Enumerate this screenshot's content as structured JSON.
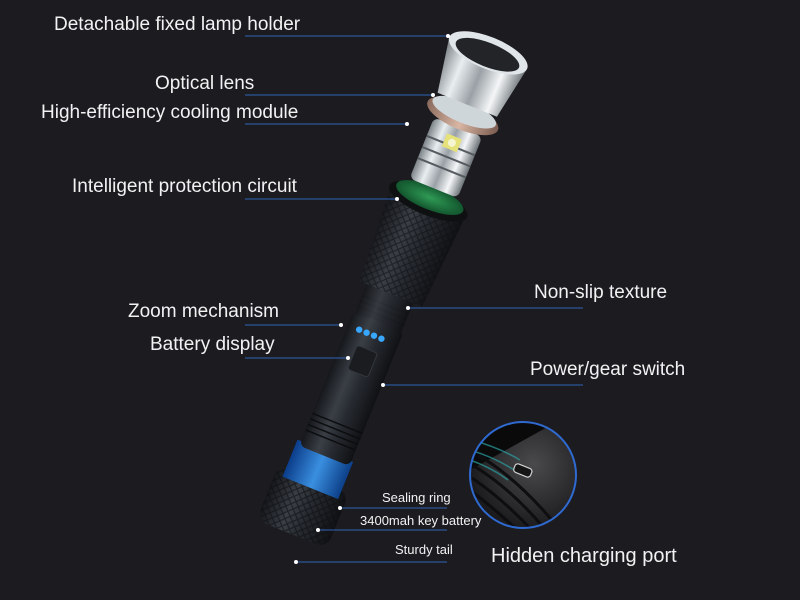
{
  "diagram": {
    "background": "#1c1b20",
    "accent_line_color": "#2f64b8",
    "subject": "Exploded LED flashlight",
    "callouts": [
      {
        "id": "lamp-holder",
        "label": "Detachable fixed lamp holder"
      },
      {
        "id": "optical-lens",
        "label": "Optical lens"
      },
      {
        "id": "cooling-module",
        "label": "High-efficiency cooling module"
      },
      {
        "id": "protection-circuit",
        "label": "Intelligent protection circuit"
      },
      {
        "id": "non-slip-texture",
        "label": "Non-slip texture"
      },
      {
        "id": "zoom-mechanism",
        "label": "Zoom mechanism"
      },
      {
        "id": "battery-display",
        "label": "Battery display"
      },
      {
        "id": "power-switch",
        "label": "Power/gear switch"
      },
      {
        "id": "sealing-ring",
        "label": "Sealing ring"
      },
      {
        "id": "battery",
        "label": "3400mah key battery"
      },
      {
        "id": "tail",
        "label": "Sturdy tail"
      }
    ],
    "inset": {
      "label": "Hidden charging port"
    }
  }
}
